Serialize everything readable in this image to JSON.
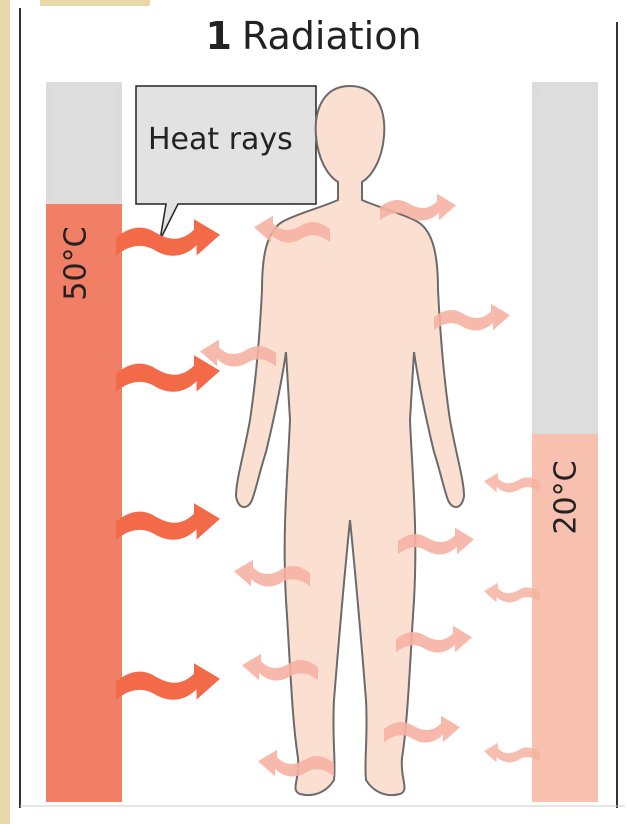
{
  "title": {
    "number": "1",
    "text": "Radiation"
  },
  "callout": {
    "label": "Heat rays"
  },
  "left_surface": {
    "temperature": "50°C",
    "color": "#f07f66"
  },
  "right_surface": {
    "temperature": "20°C",
    "color": "#f8c0ae"
  },
  "body_color": "#fbe0d2",
  "frame_color": "#dcdcdc",
  "arrow_colors": {
    "hot": "#f26a48",
    "body": "#f6b2a2"
  }
}
